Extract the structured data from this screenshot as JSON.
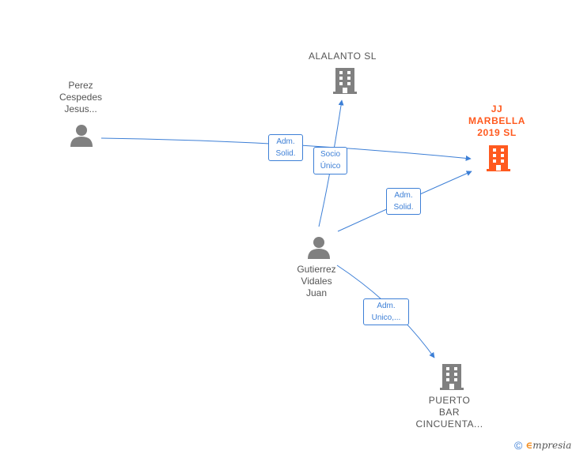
{
  "nodes": {
    "alalanto": {
      "label": "ALALANTO SL",
      "kind": "company"
    },
    "jj_marbella": {
      "label": "JJ\nMARBELLA\n2019  SL",
      "kind": "company-focus"
    },
    "perez": {
      "label": "Perez\nCespedes\nJesus...",
      "kind": "person"
    },
    "gutierrez": {
      "label": "Gutierrez\nVidales\nJuan",
      "kind": "person"
    },
    "puerto_bar": {
      "label": "PUERTO\nBAR\nCINCUENTA...",
      "kind": "company"
    }
  },
  "edges": {
    "perez_to_jj": {
      "label": "Adm.\nSolid."
    },
    "gutierrez_to_alalanto": {
      "label": "Socio\nÚnico"
    },
    "gutierrez_to_jj": {
      "label": "Adm.\nSolid."
    },
    "gutierrez_to_puerto": {
      "label": "Adm.\nUnico,..."
    }
  },
  "colors": {
    "edge": "#3d7fd6",
    "node_icon": "#808080",
    "focus_icon": "#ff5a1f"
  },
  "footer": {
    "copyright_symbol": "©",
    "brand_initial": "∈",
    "brand_rest": "mpresia"
  }
}
